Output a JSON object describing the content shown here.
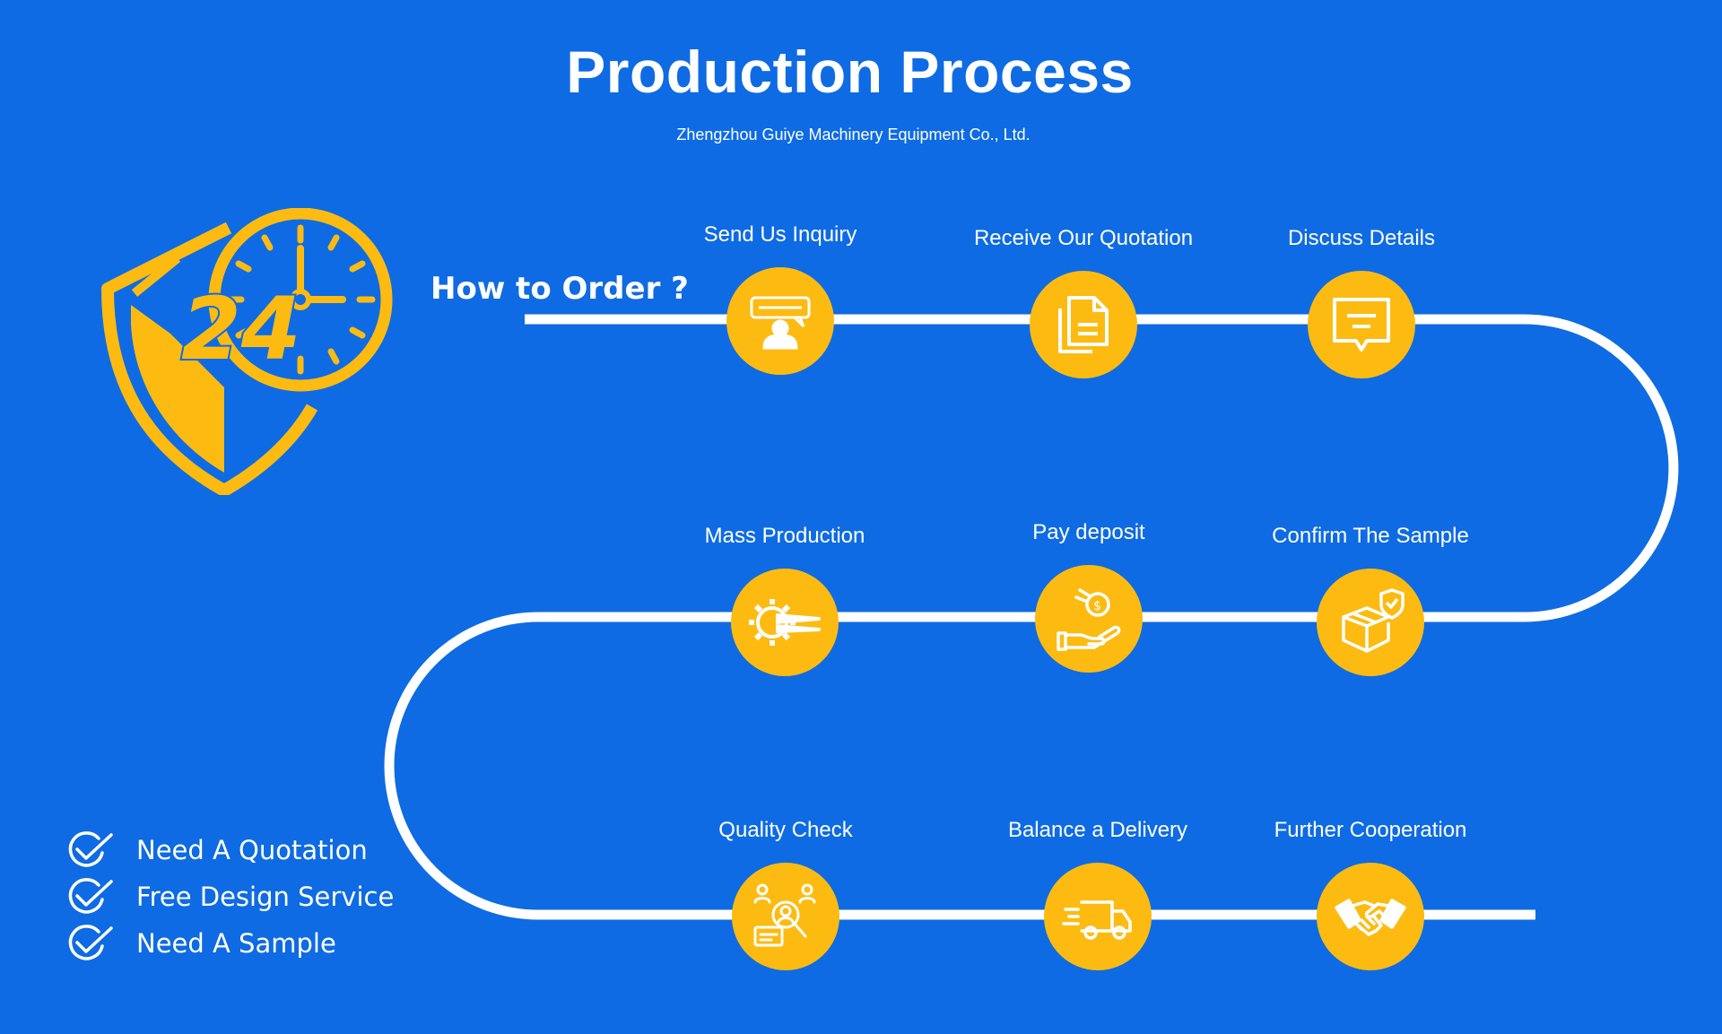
{
  "header": {
    "title": "Production Process",
    "subtitle": "Zhengzhou Guiye Machinery Equipment Co., Ltd."
  },
  "how_to_order": "How to Order ?",
  "badge": {
    "number": "24",
    "icon": "shield-clock-24h-icon"
  },
  "steps": [
    {
      "label": "Send Us Inquiry",
      "icon": "support-agent-icon"
    },
    {
      "label": "Receive Our Quotation",
      "icon": "documents-icon"
    },
    {
      "label": "Discuss Details",
      "icon": "chat-bubble-icon"
    },
    {
      "label": "Confirm The Sample",
      "icon": "box-check-icon"
    },
    {
      "label": "Pay deposit",
      "icon": "hand-coin-icon"
    },
    {
      "label": "Mass Production",
      "icon": "gear-icon"
    },
    {
      "label": "Quality Check",
      "icon": "inspect-user-icon"
    },
    {
      "label": "Balance a Delivery",
      "icon": "delivery-truck-icon"
    },
    {
      "label": "Further Cooperation",
      "icon": "handshake-icon"
    }
  ],
  "perks": [
    {
      "label": "Need A Quotation"
    },
    {
      "label": "Free Design Service"
    },
    {
      "label": "Need A Sample"
    }
  ],
  "colors": {
    "background": "#0e6be3",
    "accent": "#fdbb11",
    "line": "#ffffff"
  }
}
